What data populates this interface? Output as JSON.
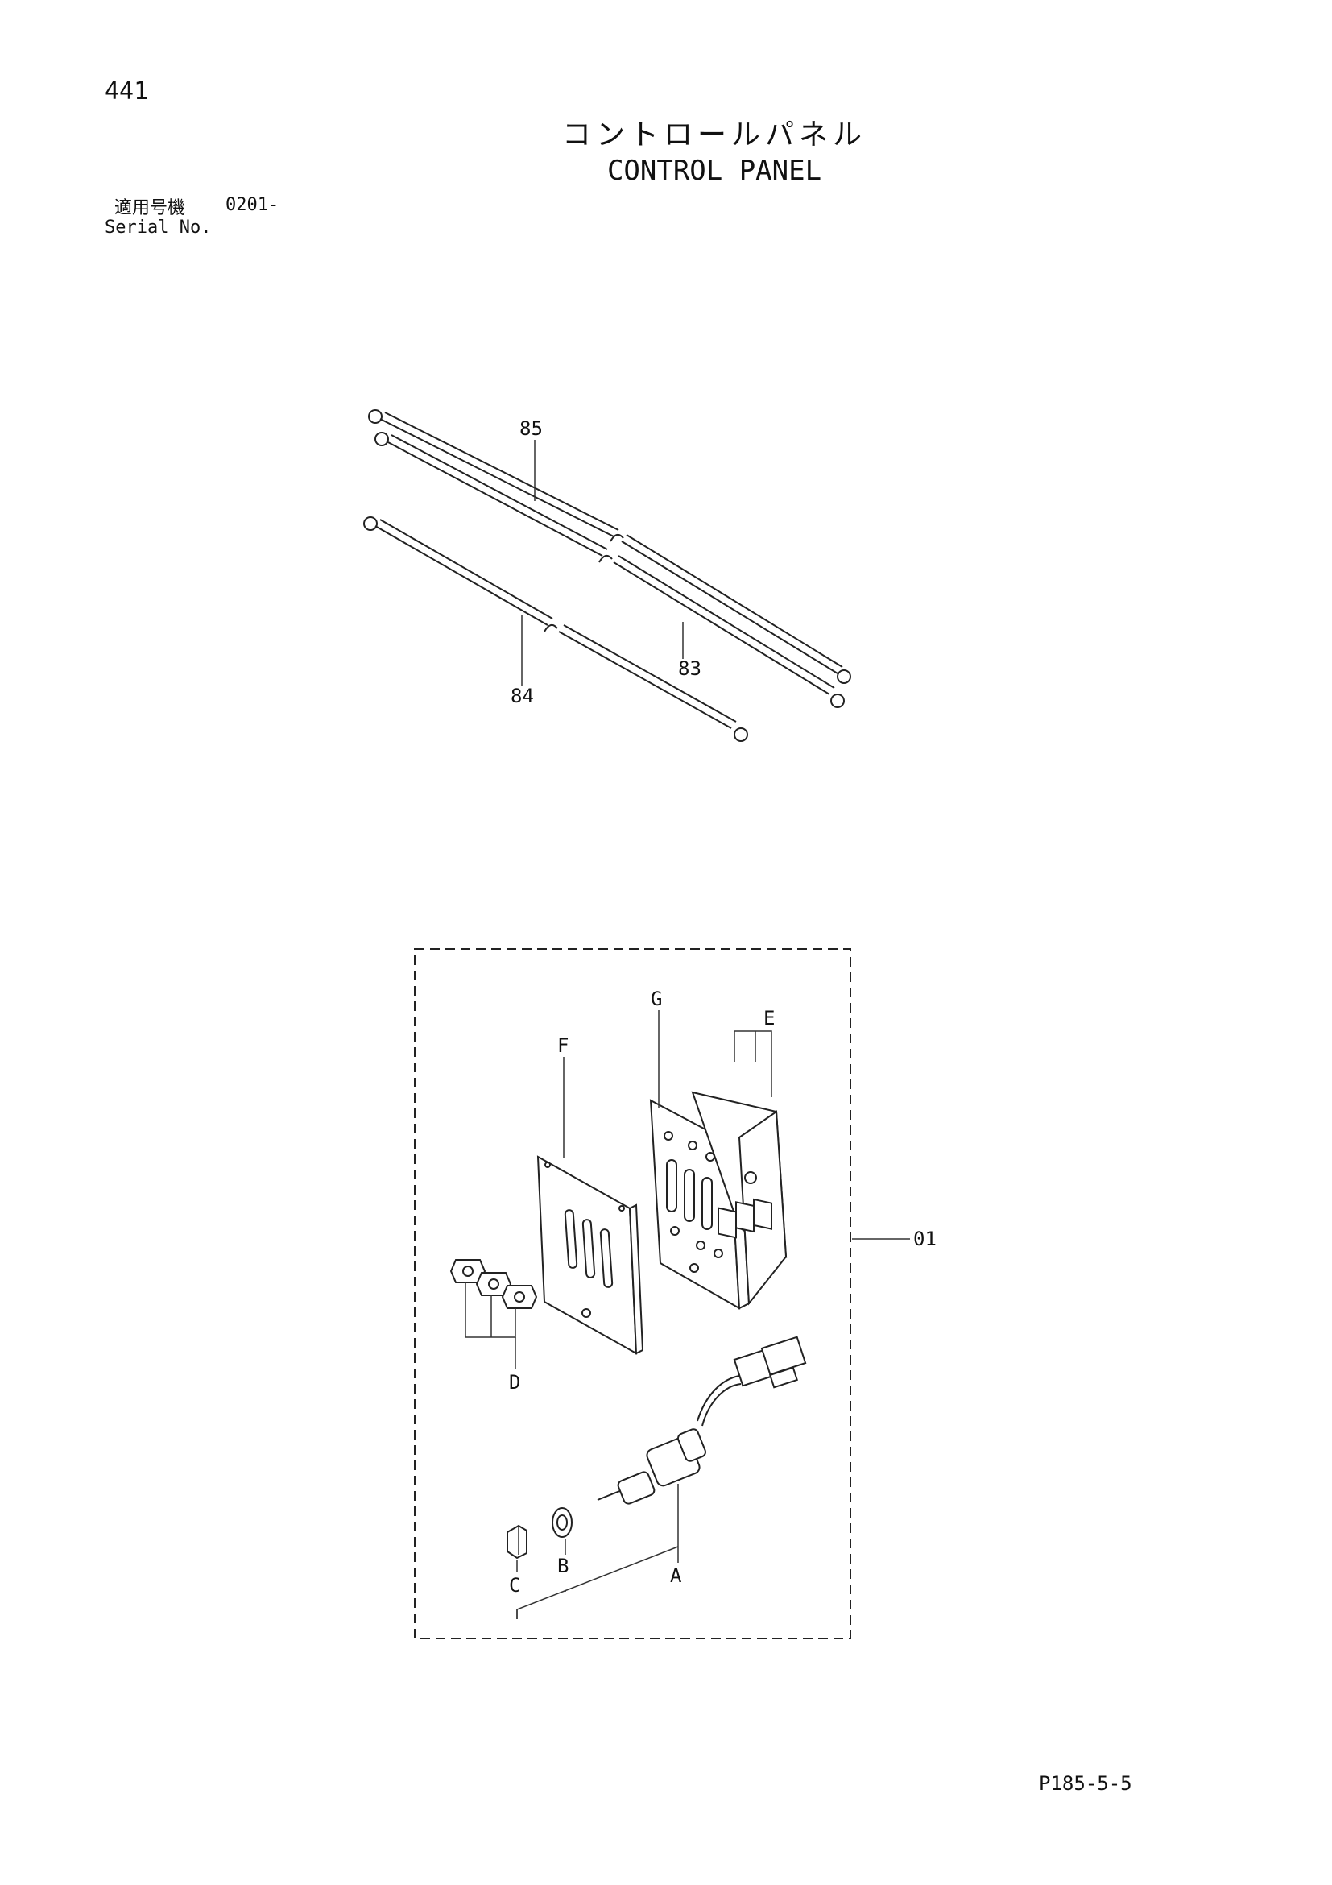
{
  "page_number": "441",
  "title_jp": "コントロールパネル",
  "title_en": "CONTROL PANEL",
  "serial": {
    "label_jp": "適用号機",
    "label_en": "Serial No.",
    "value": "0201-"
  },
  "callouts": {
    "p85": "85",
    "p84": "84",
    "p83": "83",
    "p01": "01",
    "a": "A",
    "b": "B",
    "c": "C",
    "d": "D",
    "e": "E",
    "f": "F",
    "g": "G"
  },
  "page_code": "P185-5-5"
}
